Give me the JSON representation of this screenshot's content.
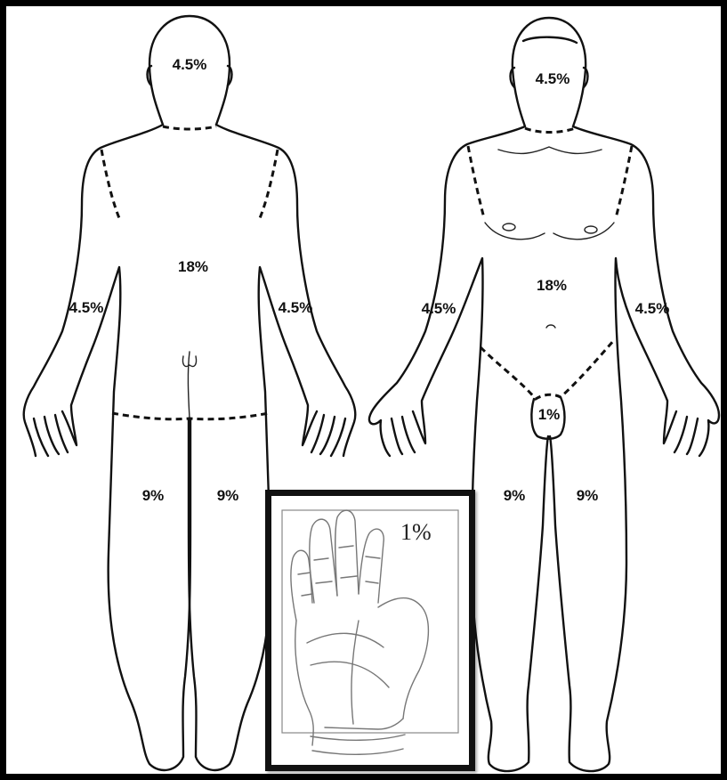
{
  "back": {
    "head": "4.5%",
    "trunk": "18%",
    "right_arm": "4.5%",
    "left_arm": "4.5%",
    "right_leg": "9%",
    "left_leg": "9%"
  },
  "front": {
    "head": "4.5%",
    "trunk": "18%",
    "right_arm": "4.5%",
    "left_arm": "4.5%",
    "genitalia": "1%",
    "right_leg": "9%",
    "left_leg": "9%"
  },
  "palm_inset": {
    "label": "1%"
  }
}
